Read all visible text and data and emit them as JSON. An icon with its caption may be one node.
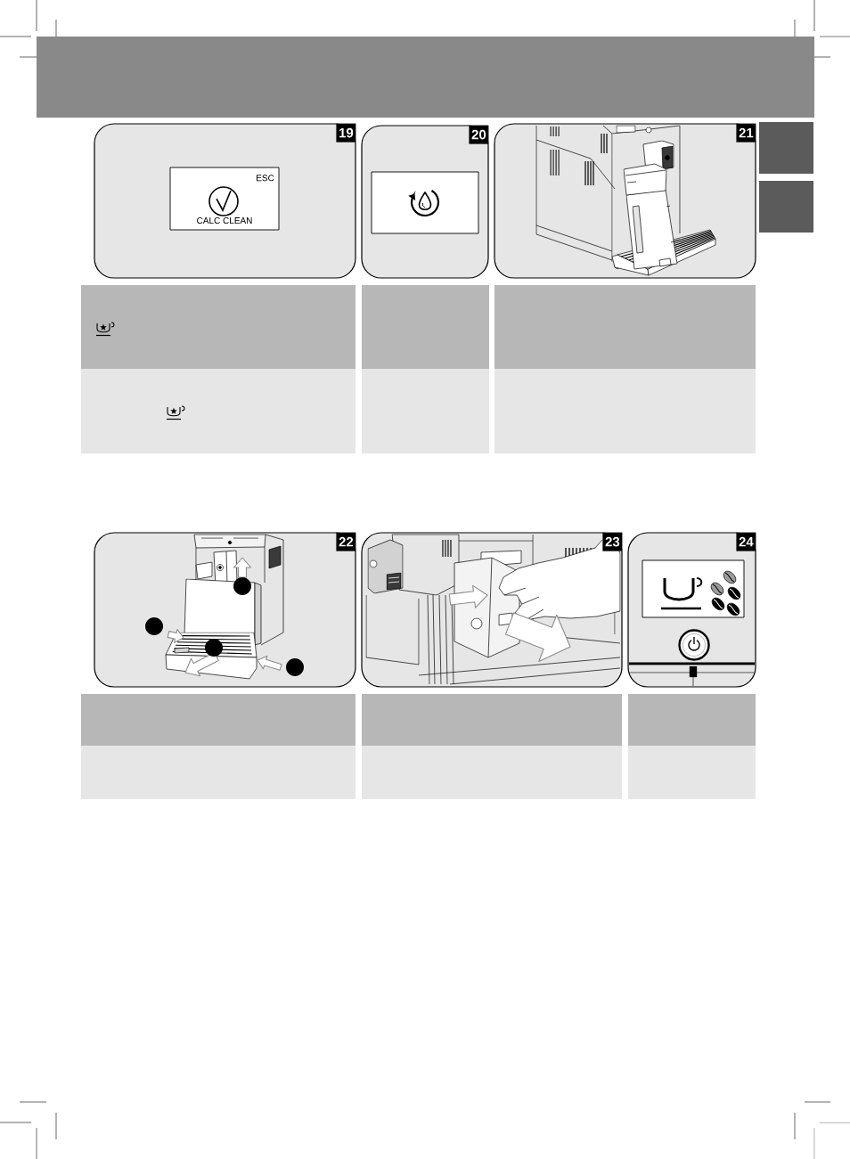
{
  "diagram": {
    "nodes": [
      {
        "text": [
          "19"
        ]
      },
      {
        "text": [
          "ESC",
          "CALC CLEAN"
        ],
        "in": 0
      },
      {
        "text": [
          "20"
        ]
      },
      {
        "text": [],
        "shape": "box",
        "in": 2
      },
      {
        "text": [
          "21"
        ]
      },
      {
        "text": [
          "22"
        ]
      },
      {
        "text": [
          "23"
        ]
      },
      {
        "text": [
          "24"
        ]
      },
      {
        "text": [],
        "shape": "box",
        "in": 7
      }
    ]
  }
}
